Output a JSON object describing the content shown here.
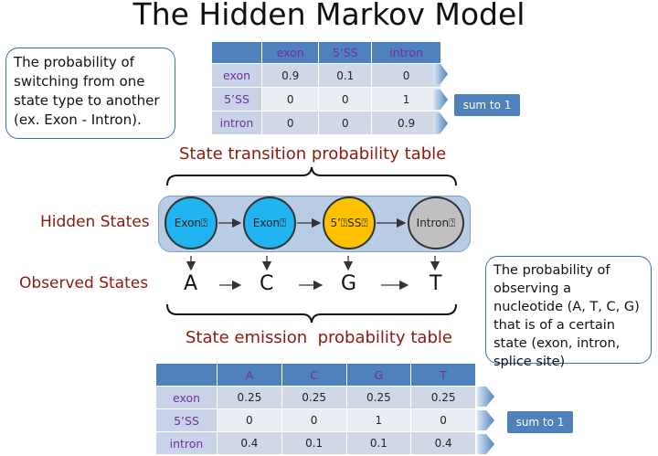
{
  "title": "The Hidden Markov Model",
  "callout_transition": "The probability of switching from one state type to another (ex. Exon - Intron).",
  "callout_emission": "The probability of observing a nucleotide (A, T, C, G) that is of a certain state (exon, intron, splice site)",
  "transition_table": {
    "caption": "State transition probability table",
    "columns": [
      "exon",
      "5’SS",
      "intron"
    ],
    "rows": [
      {
        "label": "exon",
        "values": [
          "0.9",
          "0.1",
          "0"
        ]
      },
      {
        "label": "5’SS",
        "values": [
          "0",
          "0",
          "1"
        ]
      },
      {
        "label": "intron",
        "values": [
          "0",
          "0",
          "0.9"
        ]
      }
    ],
    "sum_label": "sum to 1"
  },
  "emission_table": {
    "caption": "State emission  probability table",
    "columns": [
      "A",
      "C",
      "G",
      "T"
    ],
    "rows": [
      {
        "label": "exon",
        "values": [
          "0.25",
          "0.25",
          "0.25",
          "0.25"
        ]
      },
      {
        "label": "5’SS",
        "values": [
          "0",
          "0",
          "1",
          "0"
        ]
      },
      {
        "label": "intron",
        "values": [
          "0.4",
          "0.1",
          "0.1",
          "0.4"
        ]
      }
    ],
    "sum_label": "sum to 1"
  },
  "hidden_states_label": "Hidden States",
  "observed_states_label": "Observed  States",
  "hidden_states": [
    {
      "label": "Exon⍰",
      "color": "#1fb3f0"
    },
    {
      "label": "Exon⍰",
      "color": "#1fb3f0"
    },
    {
      "label": "5’⍰SS⍰",
      "color": "#ffc000"
    },
    {
      "label": "Intron⍰",
      "color": "#c0c0c0"
    }
  ],
  "observed": [
    "A",
    "C",
    "G",
    "T"
  ],
  "colors": {
    "header_blue": "#4f81bd",
    "label_red": "#8b1a0e",
    "purple": "#7030a0",
    "strip": "#b8cce4"
  }
}
